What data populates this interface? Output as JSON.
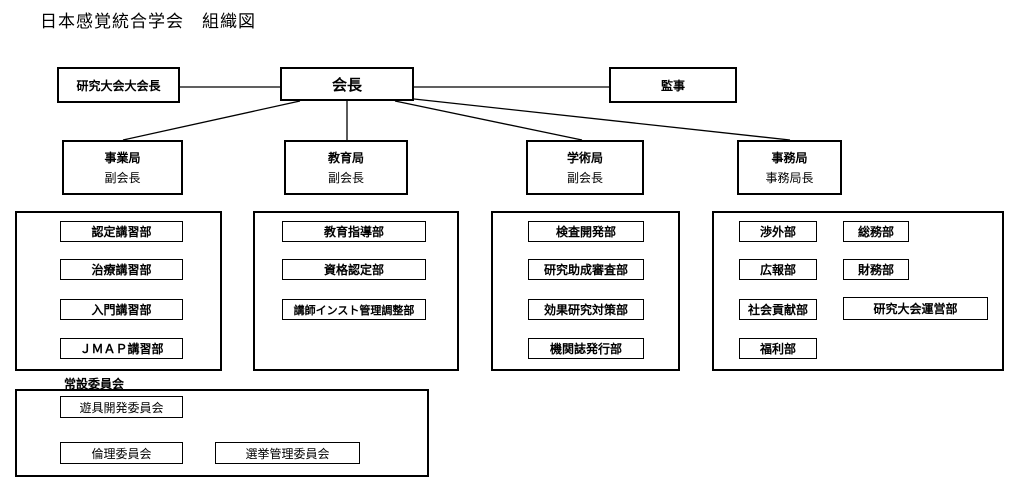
{
  "title": "日本感覚統合学会　組織図",
  "top": {
    "left": "研究大会大会長",
    "center": "会長",
    "right": "監事"
  },
  "departments": [
    {
      "name": "事業局",
      "sub": "副会長"
    },
    {
      "name": "教育局",
      "sub": "副会長"
    },
    {
      "name": "学術局",
      "sub": "副会長"
    },
    {
      "name": "事務局",
      "sub": "事務局長"
    }
  ],
  "jigyo_units": [
    "認定講習部",
    "治療講習部",
    "入門講習部",
    "ＪＭＡＰ講習部"
  ],
  "kyoiku_units": [
    "教育指導部",
    "資格認定部",
    "講師インスト管理調整部"
  ],
  "gakujutsu_units": [
    "検査開発部",
    "研究助成審査部",
    "効果研究対策部",
    "機関誌発行部"
  ],
  "jimu_units": {
    "left": [
      "渉外部",
      "広報部",
      "社会貢献部",
      "福利部"
    ],
    "right": [
      "総務部",
      "財務部",
      "研究大会運営部"
    ]
  },
  "committee": {
    "label": "常設委員会",
    "items": [
      "遊具開発委員会",
      "倫理委員会",
      "選挙管理委員会"
    ]
  }
}
